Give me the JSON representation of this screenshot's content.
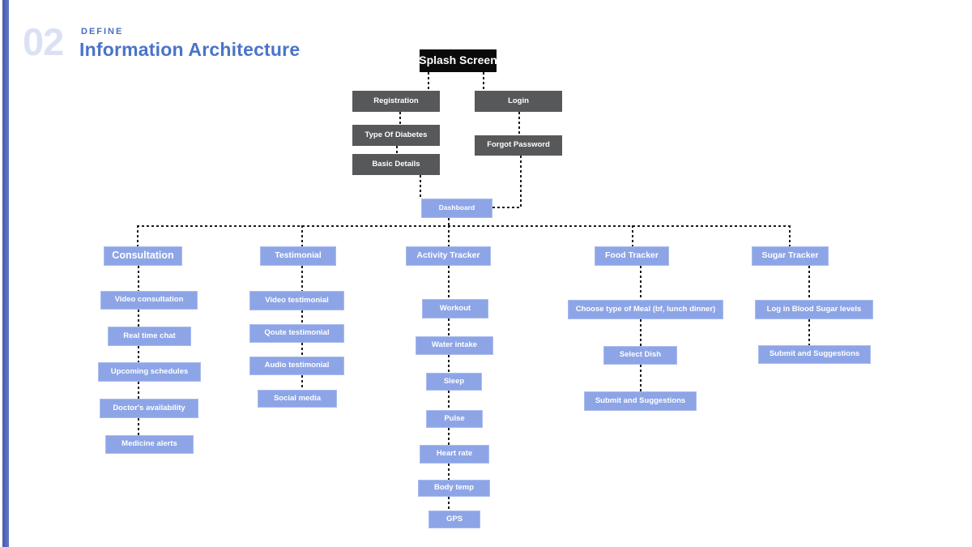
{
  "header": {
    "number": "02",
    "kicker": "DEFINE",
    "title": "Information Architecture"
  },
  "colors": {
    "accent_blue": "#8da5e6",
    "dark_gray": "#57585a",
    "black": "#0a0a0a",
    "title_blue": "#4a73ca",
    "pale_number_blue": "#dbe1f5",
    "sidebar_blue": "#5d79cb"
  },
  "flow": {
    "splash": "Splash Screen",
    "registration": "Registration",
    "login": "Login",
    "type_of_diabetes": "Type Of Diabetes",
    "forgot_password": "Forgot Password",
    "basic_details": "Basic Details",
    "dashboard": "Dashboard"
  },
  "sections": [
    {
      "title": "Consultation",
      "children": [
        "Video consultation",
        "Real time chat",
        "Upcoming schedules",
        "Doctor's availability",
        "Medicine alerts"
      ]
    },
    {
      "title": "Testimonial",
      "children": [
        "Video testimonial",
        "Qoute testimonial",
        "Audio testimonial",
        "Social media"
      ]
    },
    {
      "title": "Activity Tracker",
      "children": [
        "Workout",
        "Water intake",
        "Sleep",
        "Pulse",
        "Heart rate",
        "Body temp",
        "GPS"
      ]
    },
    {
      "title": "Food Tracker",
      "children": [
        "Choose type of Meal (bf, lunch dinner)",
        "Select Dish",
        "Submit and Suggestions"
      ]
    },
    {
      "title": "Sugar Tracker",
      "children": [
        "Log in  Blood Sugar levels",
        "Submit and Suggestions"
      ]
    }
  ]
}
